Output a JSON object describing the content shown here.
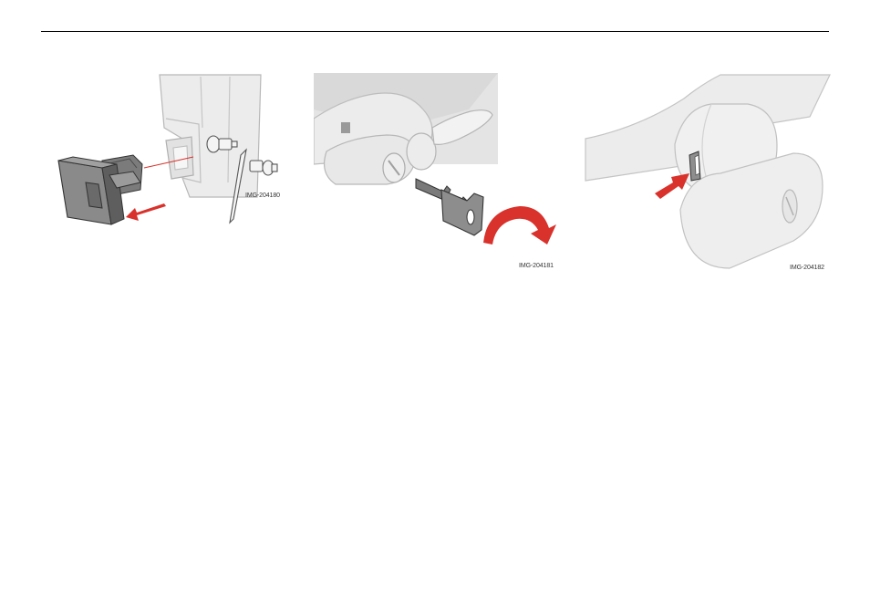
{
  "figures": [
    {
      "id": "IMG-204180",
      "subject": "remove-cover",
      "arrow_color": "#d9322c"
    },
    {
      "id": "IMG-204181",
      "subject": "turn-key",
      "arrow_color": "#d9322c"
    },
    {
      "id": "IMG-204182",
      "subject": "press-button",
      "arrow_color": "#d9322c"
    }
  ]
}
